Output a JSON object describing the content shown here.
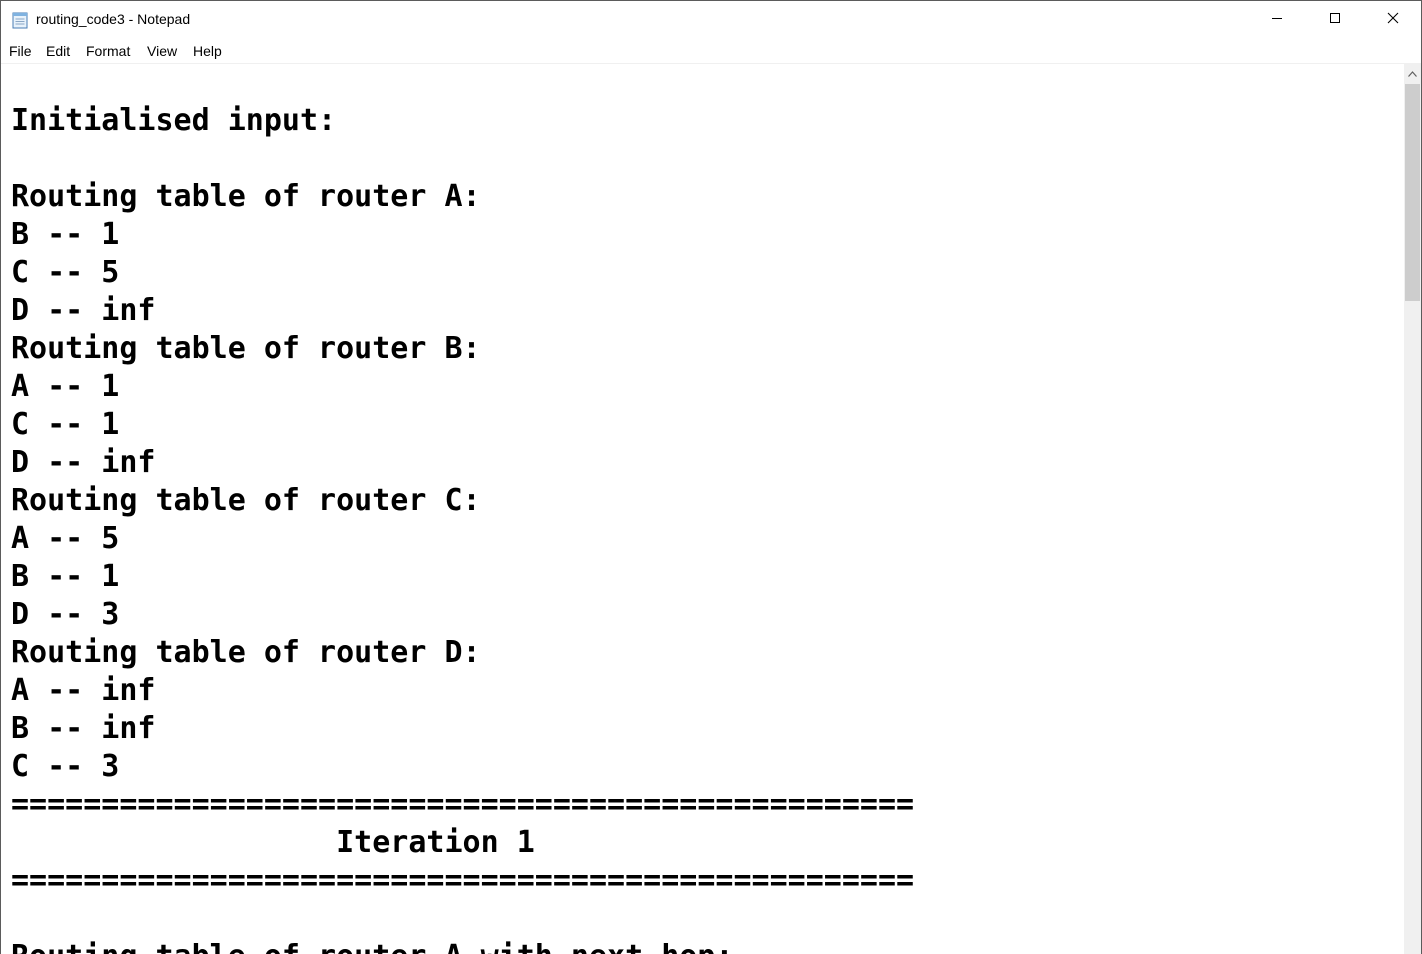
{
  "window": {
    "title": "routing_code3 - Notepad"
  },
  "menu": {
    "items": [
      "File",
      "Edit",
      "Format",
      "View",
      "Help"
    ]
  },
  "editor": {
    "lines": [
      "Initialised input:",
      "",
      "Routing table of router A:",
      "B -- 1",
      "C -- 5",
      "D -- inf",
      "Routing table of router B:",
      "A -- 1",
      "C -- 1",
      "D -- inf",
      "Routing table of router C:",
      "A -- 5",
      "B -- 1",
      "D -- 3",
      "Routing table of router D:",
      "A -- inf",
      "B -- inf",
      "C -- 3",
      "==================================================",
      "                  Iteration 1",
      "==================================================",
      "",
      "Routing table of router A with next hop:"
    ]
  },
  "icons": {
    "app": "notepad-icon",
    "minimize": "minimize-icon",
    "maximize": "maximize-icon",
    "close": "close-icon",
    "scroll_up": "chevron-up-icon"
  }
}
